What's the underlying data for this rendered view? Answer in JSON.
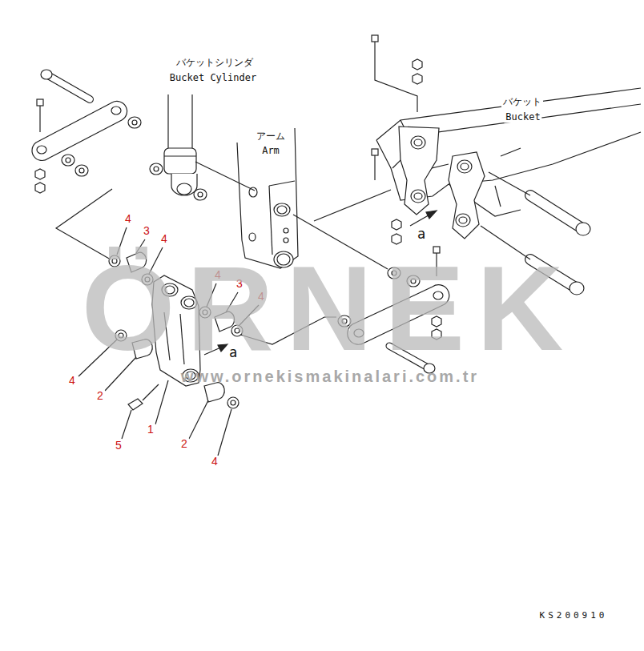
{
  "diagram": {
    "labels": [
      "バケットシリンダ",
      "Bucket Cylinder",
      "アーム",
      "Arm",
      "バケット",
      "Bucket",
      "4",
      "3",
      "4",
      "4",
      "3",
      "4",
      "4",
      "2",
      "5",
      "1",
      "2",
      "4",
      "a",
      "a",
      "ÖRNEK",
      "www.ornekismakinalari.com.tr",
      "KS200910"
    ]
  }
}
